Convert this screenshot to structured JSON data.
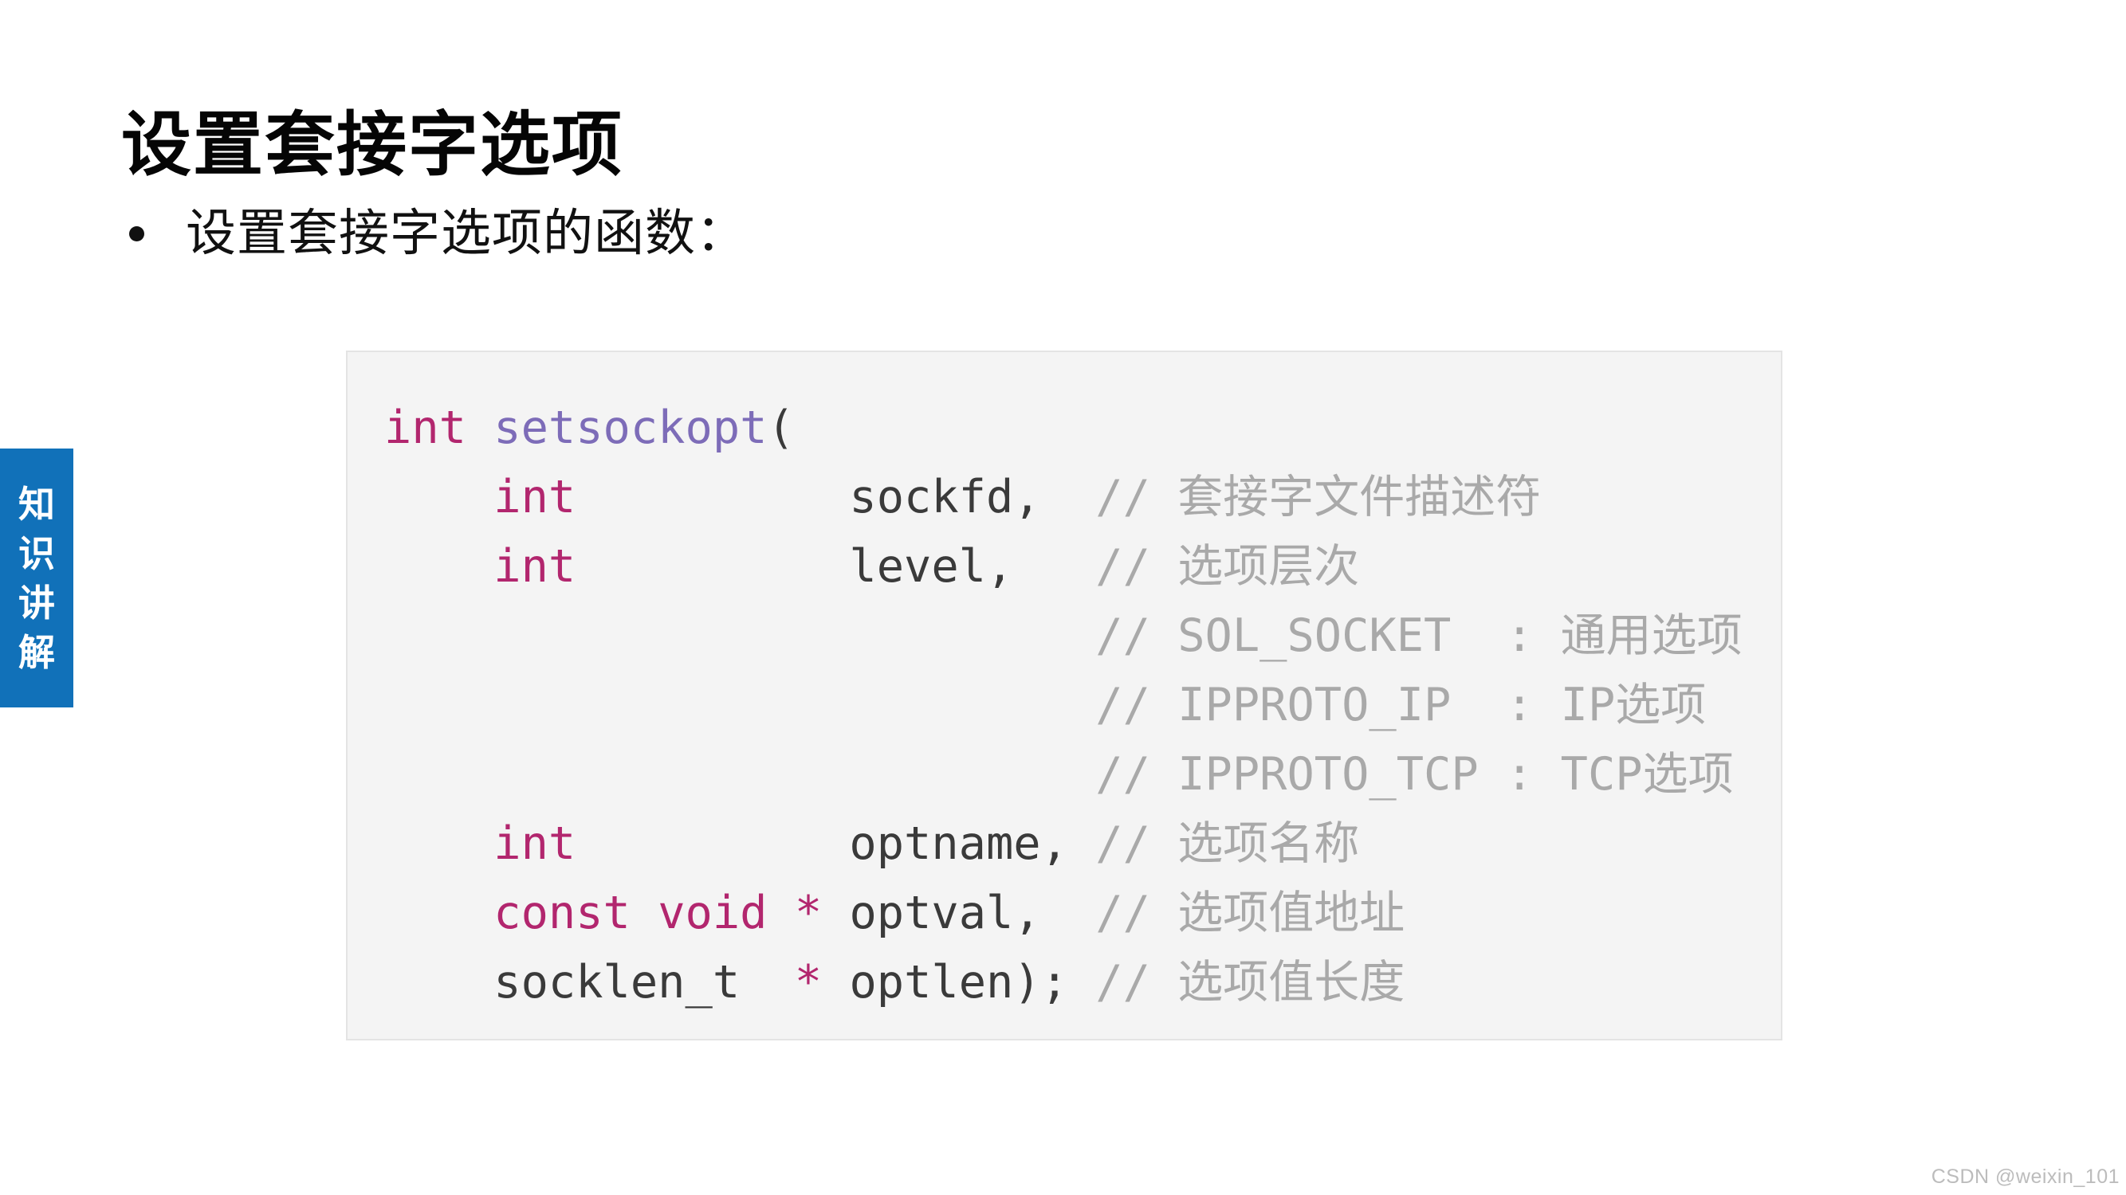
{
  "slide": {
    "title": "设置套接字选项",
    "bullet_text": "设置套接字选项的函数：",
    "watermark": "CSDN @weixin_101"
  },
  "side_tab": {
    "label": "知识讲解",
    "chars": [
      "知",
      "识",
      "讲",
      "解"
    ],
    "bg_color": "#1171B9",
    "text_color": "#FFFFFF"
  },
  "code_block": {
    "bg_color": "#F4F4F4",
    "border_color": "#E4E4E4",
    "token_colors": {
      "keyword": "#B2266E",
      "function": "#7D6CB8",
      "plain": "#3A3A3A",
      "comment": "#A9A9A9"
    },
    "lines": [
      [
        {
          "t": "int",
          "s": "keyword"
        },
        {
          "t": " ",
          "s": "plain"
        },
        {
          "t": "setsockopt",
          "s": "function"
        },
        {
          "t": "(",
          "s": "plain"
        }
      ],
      [
        {
          "t": "    ",
          "s": "plain"
        },
        {
          "t": "int",
          "s": "keyword"
        },
        {
          "t": "          ",
          "s": "plain"
        },
        {
          "t": "sockfd,",
          "s": "plain"
        },
        {
          "t": "  ",
          "s": "plain"
        },
        {
          "t": "// 套接字文件描述符",
          "s": "comment"
        }
      ],
      [
        {
          "t": "    ",
          "s": "plain"
        },
        {
          "t": "int",
          "s": "keyword"
        },
        {
          "t": "          ",
          "s": "plain"
        },
        {
          "t": "level,",
          "s": "plain"
        },
        {
          "t": "   ",
          "s": "plain"
        },
        {
          "t": "// 选项层次",
          "s": "comment"
        }
      ],
      [
        {
          "t": "                          ",
          "s": "plain"
        },
        {
          "t": "// SOL_SOCKET  : 通用选项",
          "s": "comment"
        }
      ],
      [
        {
          "t": "                          ",
          "s": "plain"
        },
        {
          "t": "// IPPROTO_IP  : IP选项",
          "s": "comment"
        }
      ],
      [
        {
          "t": "                          ",
          "s": "plain"
        },
        {
          "t": "// IPPROTO_TCP : TCP选项",
          "s": "comment"
        }
      ],
      [
        {
          "t": "    ",
          "s": "plain"
        },
        {
          "t": "int",
          "s": "keyword"
        },
        {
          "t": "          ",
          "s": "plain"
        },
        {
          "t": "optname,",
          "s": "plain"
        },
        {
          "t": " ",
          "s": "plain"
        },
        {
          "t": "// 选项名称",
          "s": "comment"
        }
      ],
      [
        {
          "t": "    ",
          "s": "plain"
        },
        {
          "t": "const",
          "s": "keyword"
        },
        {
          "t": " ",
          "s": "plain"
        },
        {
          "t": "void",
          "s": "keyword"
        },
        {
          "t": " ",
          "s": "plain"
        },
        {
          "t": "*",
          "s": "keyword"
        },
        {
          "t": " ",
          "s": "plain"
        },
        {
          "t": "optval,",
          "s": "plain"
        },
        {
          "t": "  ",
          "s": "plain"
        },
        {
          "t": "// 选项值地址",
          "s": "comment"
        }
      ],
      [
        {
          "t": "    ",
          "s": "plain"
        },
        {
          "t": "socklen_t",
          "s": "plain"
        },
        {
          "t": "  ",
          "s": "plain"
        },
        {
          "t": "*",
          "s": "keyword"
        },
        {
          "t": " ",
          "s": "plain"
        },
        {
          "t": "optlen);",
          "s": "plain"
        },
        {
          "t": " ",
          "s": "plain"
        },
        {
          "t": "// 选项值长度",
          "s": "comment"
        }
      ]
    ]
  }
}
